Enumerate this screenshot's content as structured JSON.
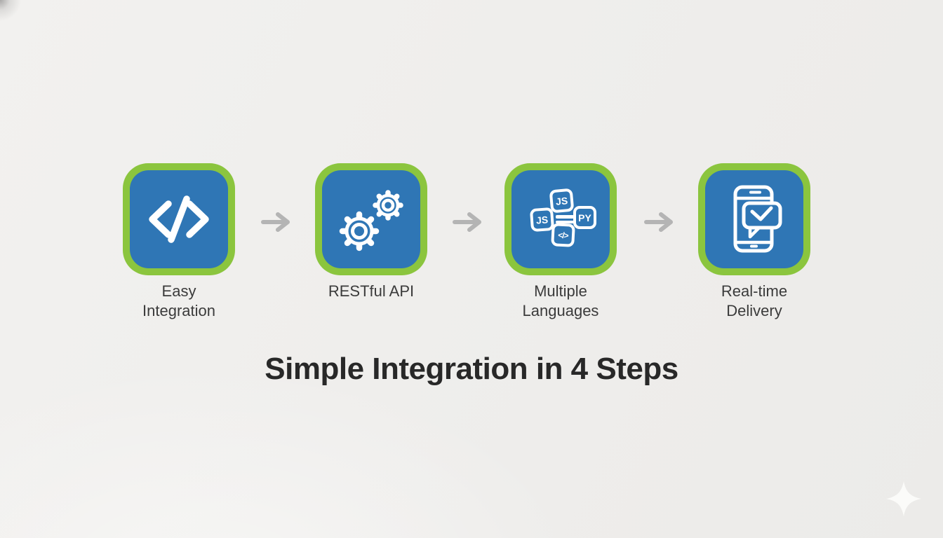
{
  "title": {
    "text": "Simple Integration in 4 Steps"
  },
  "steps": [
    {
      "id": "easy-integration",
      "icon": "code-brackets-icon",
      "label_line1": "Easy",
      "label_line2": "Integration"
    },
    {
      "id": "restful-api",
      "icon": "gears-icon",
      "label_line1": "RESTful API",
      "label_line2": ""
    },
    {
      "id": "multiple-languages",
      "icon": "language-badges-icon",
      "label_line1": "Multiple",
      "label_line2": "Languages",
      "badges": {
        "top": "JS",
        "left": "JS",
        "right": "PY",
        "bottom": "</>"
      }
    },
    {
      "id": "real-time-delivery",
      "icon": "phone-chat-icon",
      "label_line1": "Real-time",
      "label_line2": "Delivery"
    }
  ],
  "connectors": {
    "icon": "arrow-right-icon",
    "count": 3
  },
  "decorations": {
    "sparkle": "sparkle-icon"
  },
  "colors": {
    "background": "#efeeec",
    "tile_fill": "#2f76b5",
    "tile_border": "#8bc53e",
    "icon_stroke": "#ffffff",
    "arrow": "#b4b4b4",
    "label_text": "#3b3b3b",
    "title_text": "#282828",
    "sparkle": "#fbfbf9"
  }
}
